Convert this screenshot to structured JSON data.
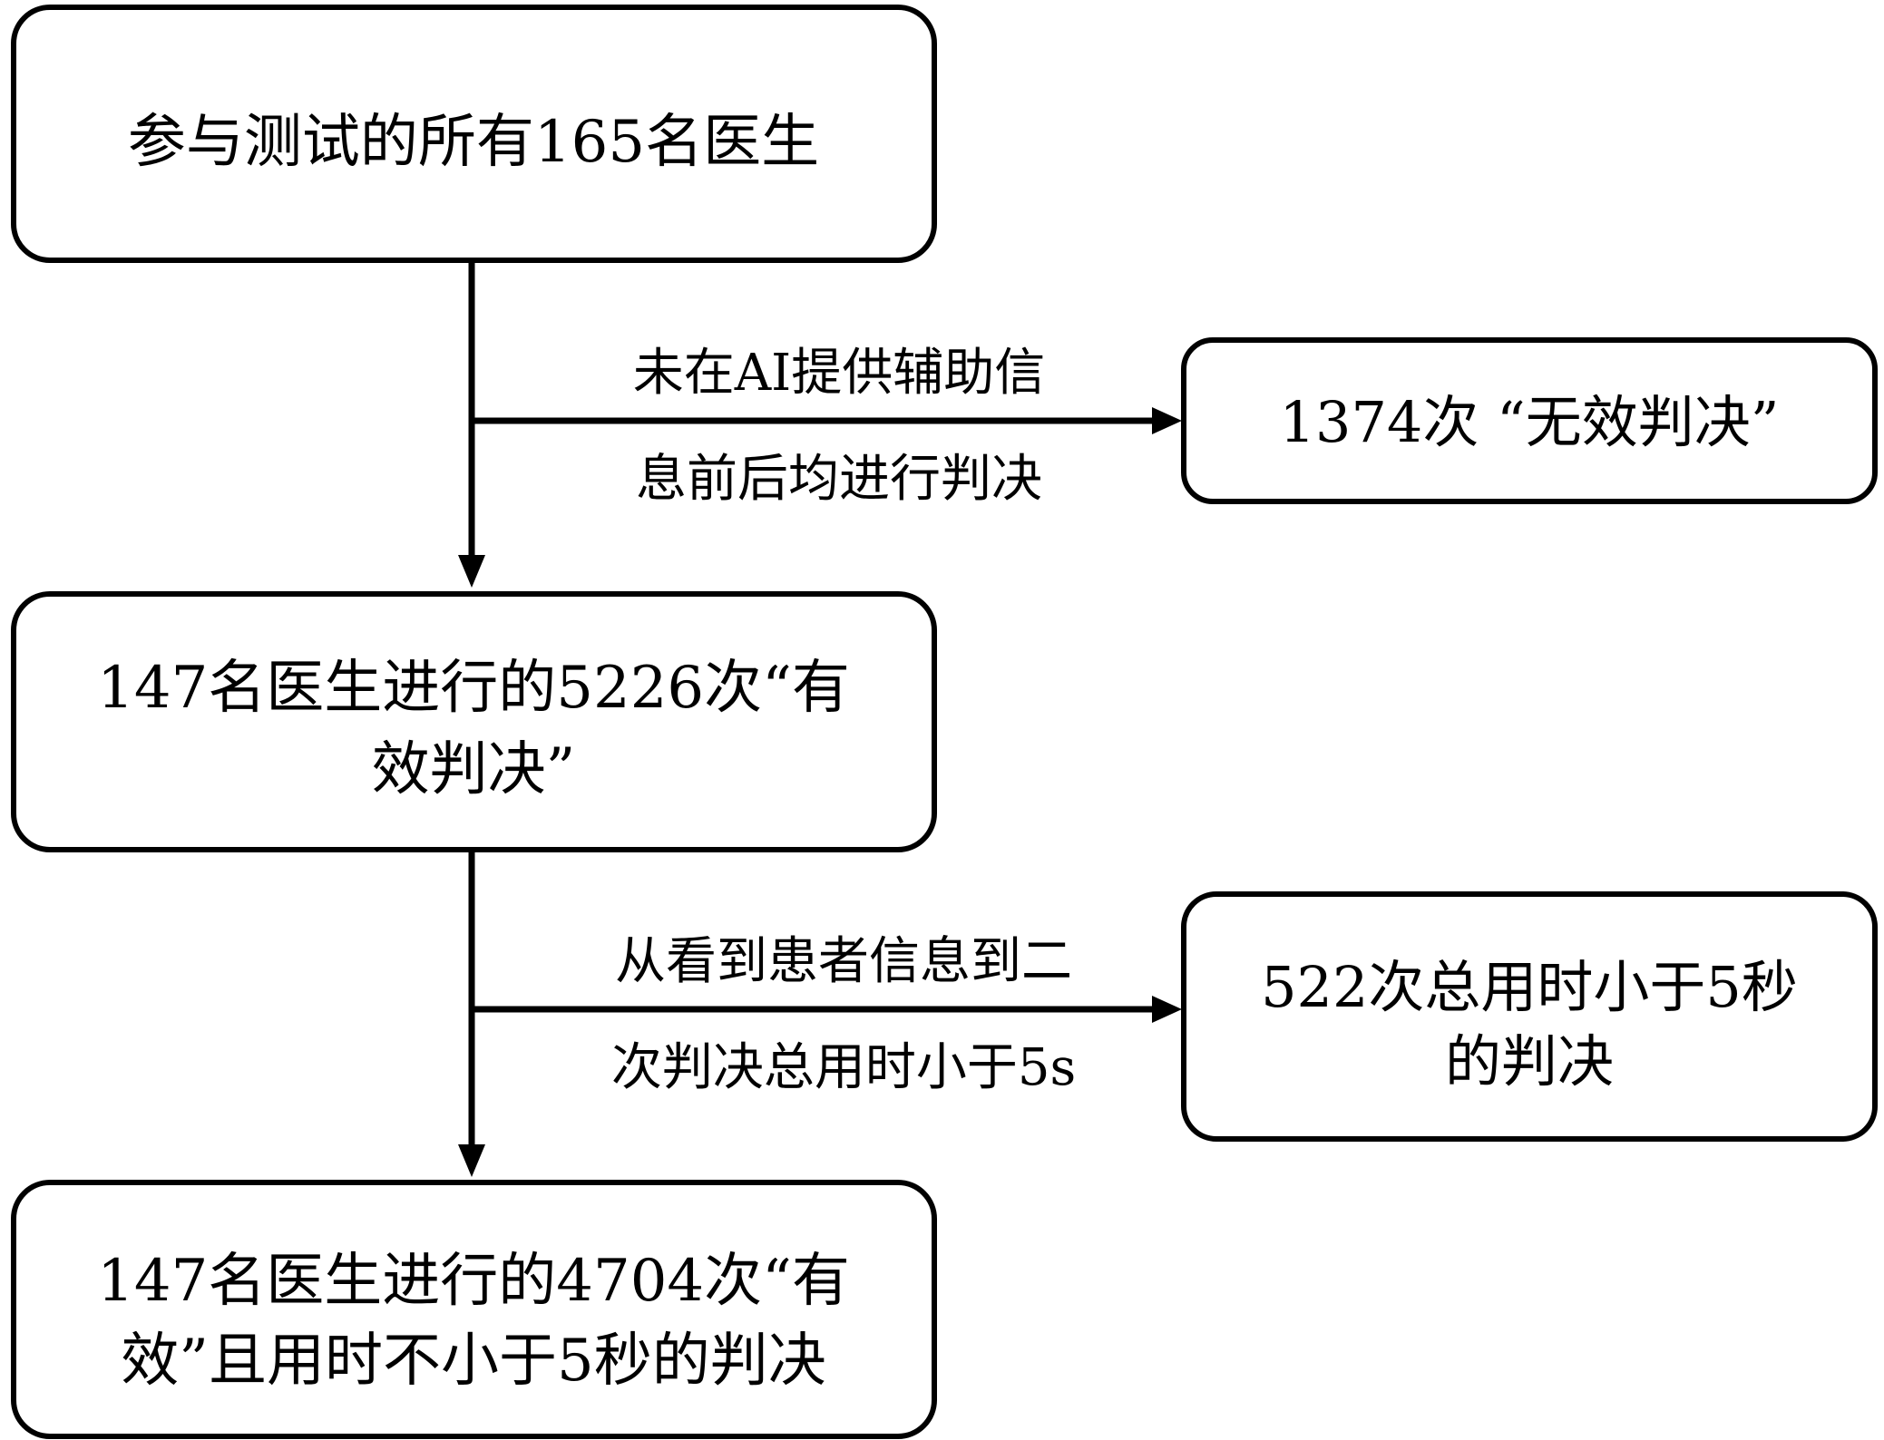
{
  "nodes": {
    "all_doctors": {
      "lines": [
        "参与测试的所有165名医生"
      ]
    },
    "invalid_decisions": {
      "lines": [
        "1374次 “无效判决”"
      ]
    },
    "valid_decisions": {
      "lines": [
        "147名医生进行的5226次“有",
        "效判决”"
      ]
    },
    "under_5s": {
      "lines": [
        "522次总用时小于5秒",
        "的判决"
      ]
    },
    "final_decisions": {
      "lines": [
        "147名医生进行的4704次“有",
        "效”且用时不小于5秒的判决"
      ]
    }
  },
  "edges": {
    "to_invalid": {
      "label_lines": [
        "未在AI提供辅助信",
        "息前后均进行判决"
      ]
    },
    "to_under_5s": {
      "label_lines": [
        "从看到患者信息到二",
        "次判决总用时小于5s"
      ]
    }
  }
}
